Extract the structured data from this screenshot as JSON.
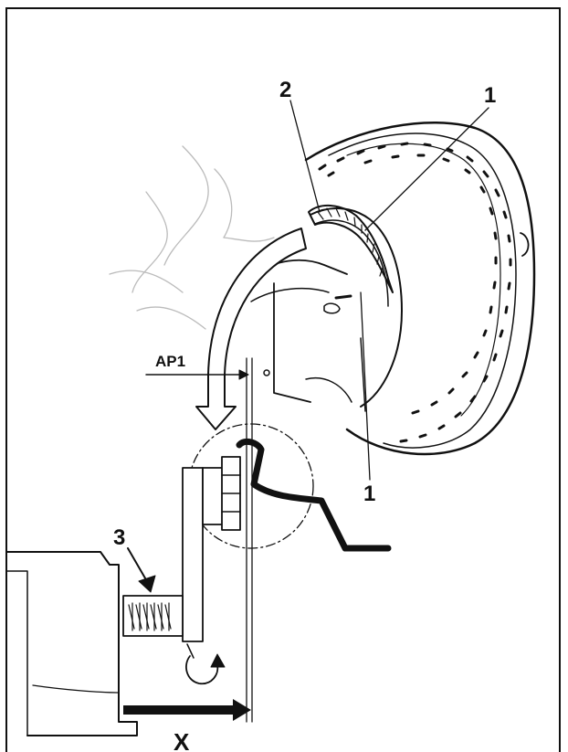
{
  "labels": {
    "callout_1_top": "1",
    "callout_2": "2",
    "callout_1_bottom": "1",
    "callout_3": "3",
    "ap1": "AP1",
    "x": "X"
  },
  "colors": {
    "ink": "#111111",
    "background": "#ffffff"
  }
}
